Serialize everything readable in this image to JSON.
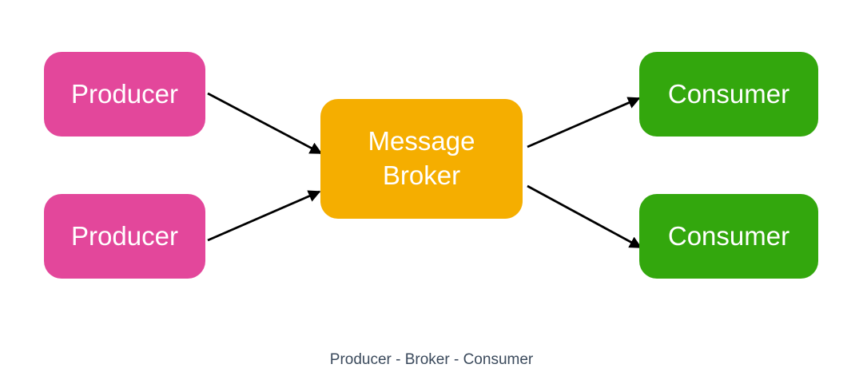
{
  "colors": {
    "producer": "#e3479b",
    "broker": "#f5ae00",
    "consumer": "#33a70d",
    "arrow": "#000000"
  },
  "nodes": {
    "producer_1": {
      "label": "Producer"
    },
    "producer_2": {
      "label": "Producer"
    },
    "broker": {
      "label": "Message\nBroker"
    },
    "consumer_1": {
      "label": "Consumer"
    },
    "consumer_2": {
      "label": "Consumer"
    }
  },
  "edges": [
    {
      "from": "producer_1",
      "to": "broker"
    },
    {
      "from": "producer_2",
      "to": "broker"
    },
    {
      "from": "broker",
      "to": "consumer_1"
    },
    {
      "from": "broker",
      "to": "consumer_2"
    }
  ],
  "caption": "Producer - Broker - Consumer"
}
